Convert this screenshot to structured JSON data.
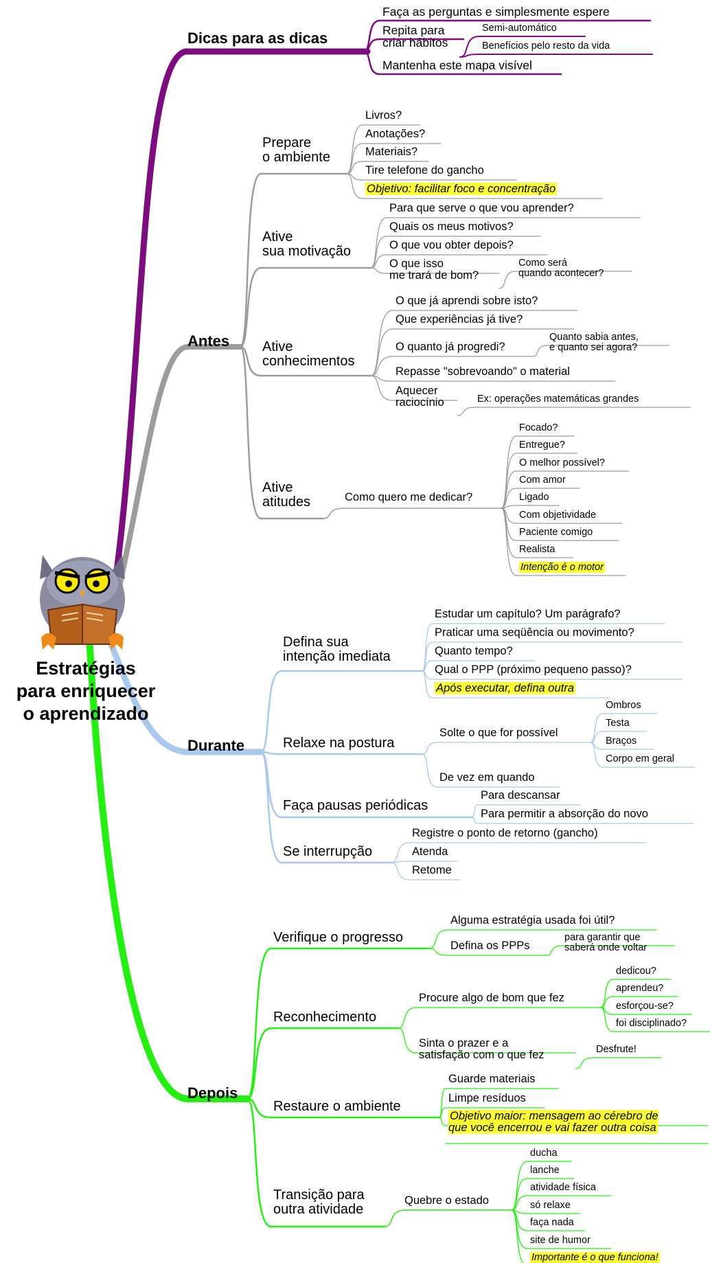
{
  "central_topic": "Estratégias\npara enriquecer\no aprendizado",
  "owl_icon": "reading-owl-icon",
  "colors": {
    "dicas": "#7b0d7e",
    "antes": "#9c9c9c",
    "durante": "#a9c8ec",
    "depois": "#25ee12",
    "highlight": "#ffff33"
  },
  "branches": {
    "dicas": {
      "label": "Dicas para as dicas",
      "n1": "Faça as perguntas e simplesmente espere",
      "n2": "Repita para\ncriar hábitos",
      "n2a": "Semi-automático",
      "n2b": "Benefícios pelo resto da vida",
      "n3": "Mantenha este mapa visível"
    },
    "antes": {
      "label": "Antes",
      "prep": {
        "label": "Prepare\no ambiente",
        "c1": "Livros?",
        "c2": "Anotações?",
        "c3": "Materiais?",
        "c4": "Tire telefone do gancho",
        "c5": "Objetivo: facilitar foco e concentração"
      },
      "motiv": {
        "label": "Ative\nsua motivação",
        "c1": "Para que serve o que vou aprender?",
        "c2": "Quais os meus motivos?",
        "c3": "O que vou obter depois?",
        "c4": "O que isso\nme trará de bom?",
        "c4a": "Como será\nquando acontecer?"
      },
      "conh": {
        "label": "Ative\nconhecimentos",
        "c1": "O que já aprendi sobre isto?",
        "c2": "Que experiências já tive?",
        "c3": "O quanto já progredi?",
        "c3a": "Quanto sabia antes,\ne quanto sei agora?",
        "c4": "Repasse \"sobrevoando\" o material",
        "c5": "Aquecer\nraciocínio",
        "c5a": "Ex: operações matemáticas grandes"
      },
      "atit": {
        "label": "Ative\natitudes",
        "sub": "Como quero me dedicar?",
        "c1": "Focado?",
        "c2": "Entregue?",
        "c3": "O melhor possível?",
        "c4": "Com amor",
        "c5": "Ligado",
        "c6": "Com objetividade",
        "c7": "Paciente comigo",
        "c8": "Realista",
        "c9": "Intenção é o motor"
      }
    },
    "durante": {
      "label": "Durante",
      "inten": {
        "label": "Defina sua\nintenção imediata",
        "c1": "Estudar um capítulo? Um parágrafo?",
        "c2": "Praticar uma seqüência ou movimento?",
        "c3": "Quanto tempo?",
        "c4": "Qual o PPP (próximo pequeno passo)?",
        "c5": "Após executar, defina outra"
      },
      "relax": {
        "label": "Relaxe na postura",
        "sub": "Solte o que for possível",
        "c1": "Ombros",
        "c2": "Testa",
        "c3": "Braços",
        "c4": "Corpo em geral",
        "sub2": "De vez em quando"
      },
      "pausas": {
        "label": "Faça pausas periódicas",
        "c1": "Para descansar",
        "c2": "Para permitir a absorção do novo"
      },
      "interr": {
        "label": "Se interrupção",
        "c1": "Registre o ponto de retorno (gancho)",
        "c2": "Atenda",
        "c3": "Retome"
      }
    },
    "depois": {
      "label": "Depois",
      "verif": {
        "label": "Verifique o progresso",
        "c1": "Alguma estratégia usada foi útil?",
        "c2": "Defina os PPPs",
        "c2a": "para garantir que\nsaberá onde voltar"
      },
      "recon": {
        "label": "Reconhecimento",
        "sub": "Procure algo de bom que fez",
        "c1": "dedicou?",
        "c2": "aprendeu?",
        "c3": "esforçou-se?",
        "c4": "foi disciplinado?",
        "sub2": "Sinta o prazer e a\nsatisfação com o que fez",
        "sub2a": "Desfrute!"
      },
      "rest": {
        "label": "Restaure o ambiente",
        "c1": "Guarde materiais",
        "c2": "Limpe resíduos",
        "c3": "Objetivo maior: mensagem ao cérebro de\nque você encerrou e vai fazer outra coisa"
      },
      "trans": {
        "label": "Transição para\noutra atividade",
        "sub": "Quebre o estado",
        "c1": "ducha",
        "c2": "lanche",
        "c3": "atividade física",
        "c4": "só relaxe",
        "c5": "faça nada",
        "c6": "site de humor",
        "c7": "Importante é o que funciona!"
      }
    }
  }
}
